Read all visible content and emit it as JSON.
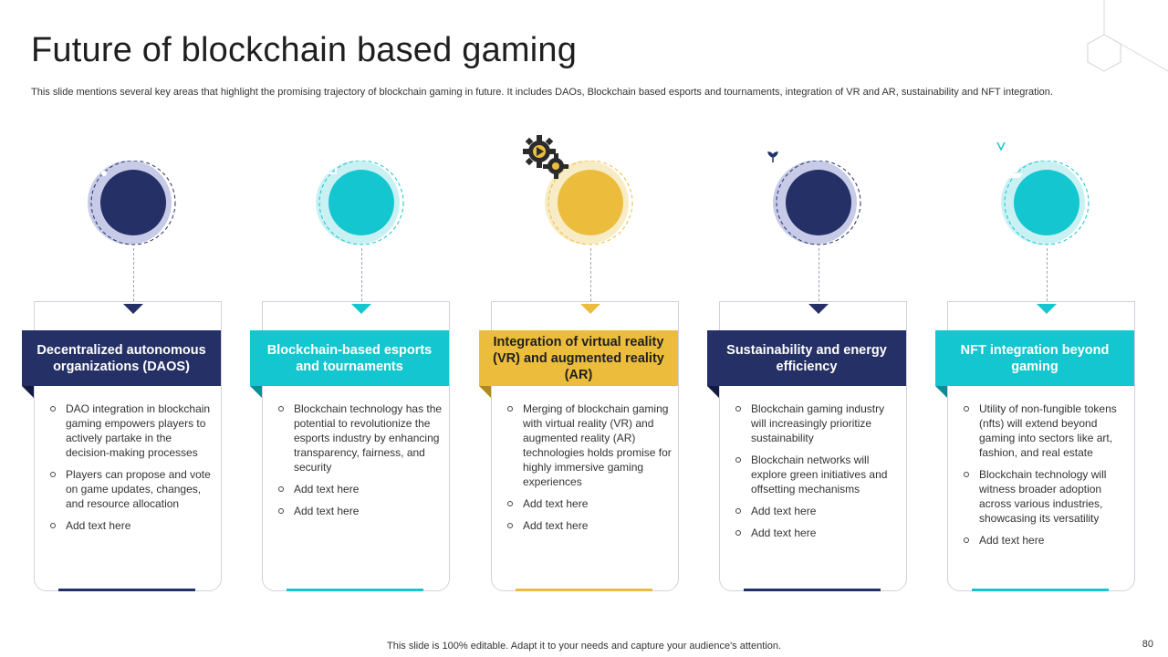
{
  "slide": {
    "title": "Future of blockchain based gaming",
    "subtitle": "This slide mentions several key areas that highlight the promising trajectory of blockchain gaming in future. It includes DAOs, Blockchain based esports and tournaments, integration of VR and AR,  sustainability and NFT integration.",
    "footer": "This slide is 100% editable. Adapt it to your needs and capture your audience's attention.",
    "page_number": "80"
  },
  "colors": {
    "navy": "#243066",
    "teal": "#14c6cf",
    "gold": "#ecbd3d"
  },
  "cards": [
    {
      "heading": "Decentralized autonomous organizations (DAOS)",
      "icon": "network-server-icon",
      "theme": "navy",
      "bullets": [
        "DAO integration in blockchain gaming empowers players to actively partake in the decision-making processes",
        "Players can propose and vote on game updates, changes, and resource allocation",
        "Add text here"
      ]
    },
    {
      "heading": "Blockchain-based esports and tournaments",
      "icon": "gaming-trophy-icon",
      "theme": "teal",
      "bullets": [
        "Blockchain technology has the potential to revolutionize the esports industry by enhancing transparency, fairness, and security",
        "Add text here",
        "Add text here"
      ]
    },
    {
      "heading": "Integration of virtual reality (VR) and augmented reality (AR)",
      "icon": "gears-play-icon",
      "theme": "gold",
      "bullets": [
        "Merging of blockchain gaming with virtual  reality (VR) and augmented reality (AR) technologies holds promise for highly immersive gaming experiences",
        "Add text here",
        "Add text here"
      ]
    },
    {
      "heading": "Sustainability and energy efficiency",
      "icon": "eco-bulb-icon",
      "theme": "navy",
      "bullets": [
        "Blockchain gaming industry will increasingly prioritize sustainability",
        "Blockchain networks will explore green initiatives and offsetting mechanisms",
        "Add text here",
        "Add text here"
      ]
    },
    {
      "heading": "NFT integration beyond gaming",
      "icon": "nft-laptop-icon",
      "theme": "teal",
      "bullets": [
        "Utility of non-fungible tokens (nfts) will extend beyond gaming into sectors like art, fashion, and real estate",
        "Blockchain technology will witness broader adoption across various industries, showcasing its versatility",
        "Add text here"
      ]
    }
  ]
}
